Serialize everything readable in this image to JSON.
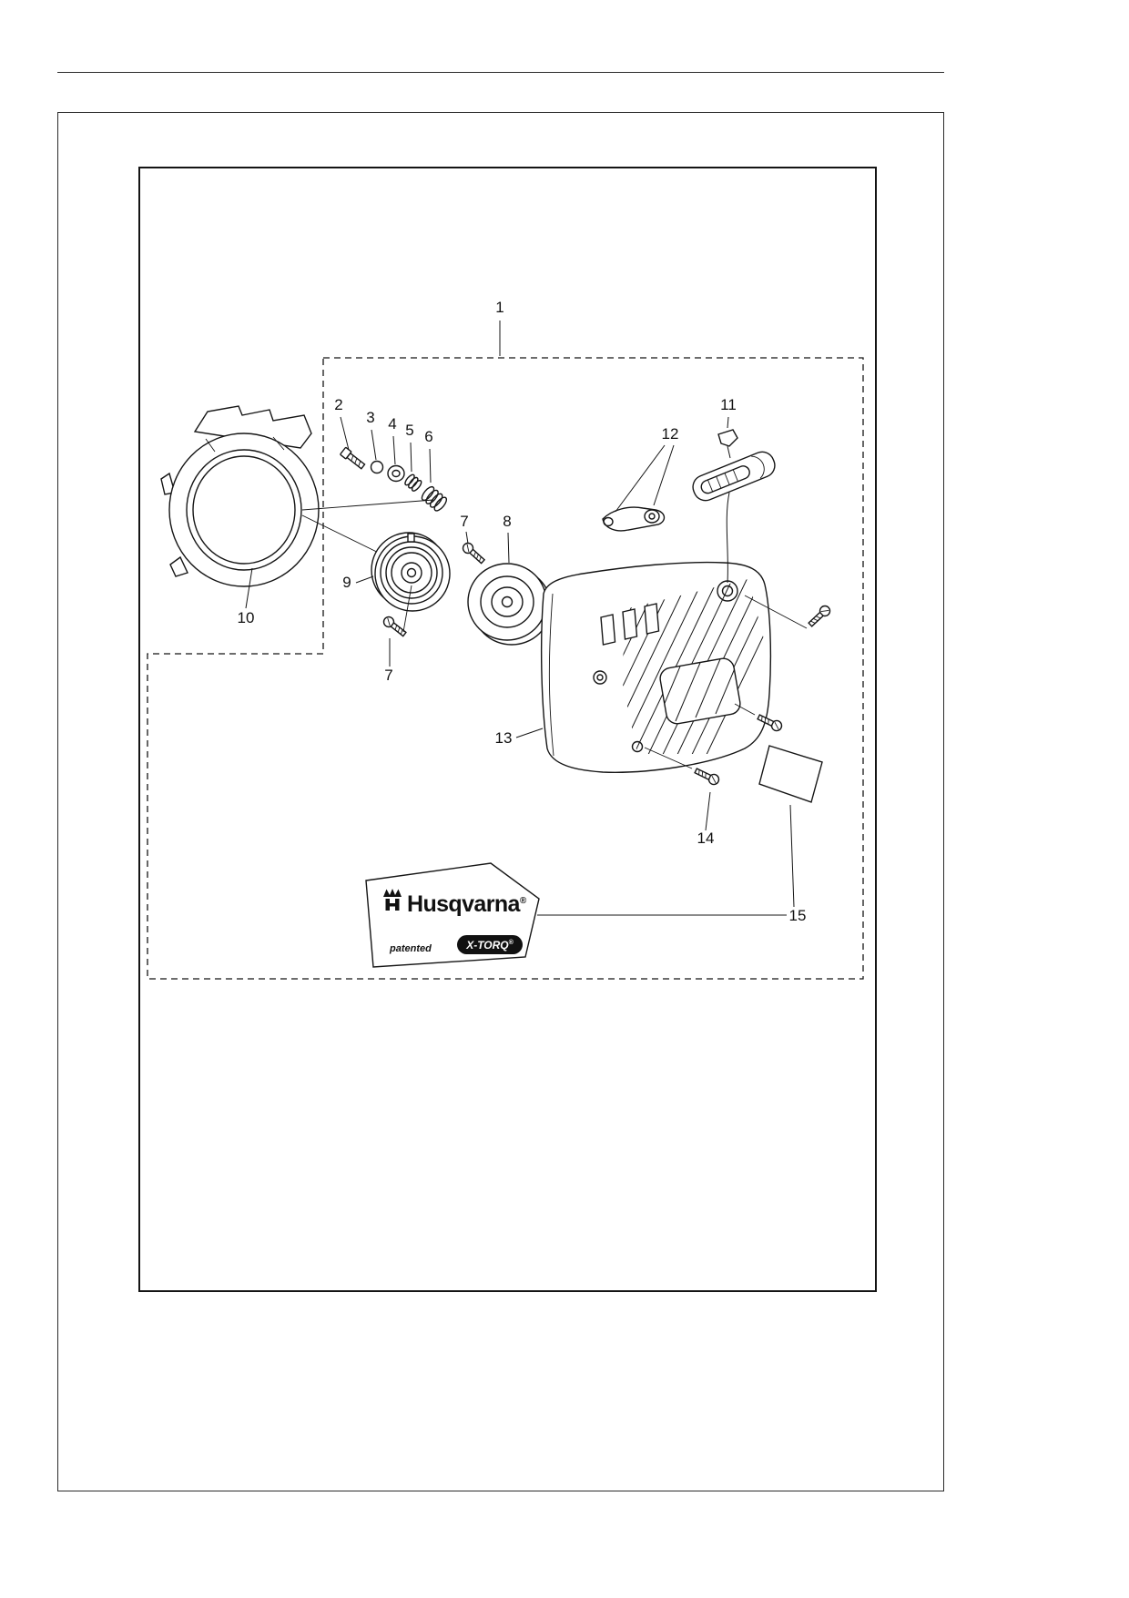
{
  "document": {
    "callouts": {
      "c1": "1",
      "c2": "2",
      "c3": "3",
      "c4": "4",
      "c5": "5",
      "c6": "6",
      "c7a": "7",
      "c7b": "7",
      "c8": "8",
      "c9": "9",
      "c10": "10",
      "c11": "11",
      "c12": "12",
      "c13": "13",
      "c14": "14",
      "c15": "15"
    },
    "label": {
      "brand": "Husqvarna",
      "brand_reg": "®",
      "patented": "patented",
      "xtorq": "X-TORQ",
      "xtorq_reg": "®"
    }
  }
}
